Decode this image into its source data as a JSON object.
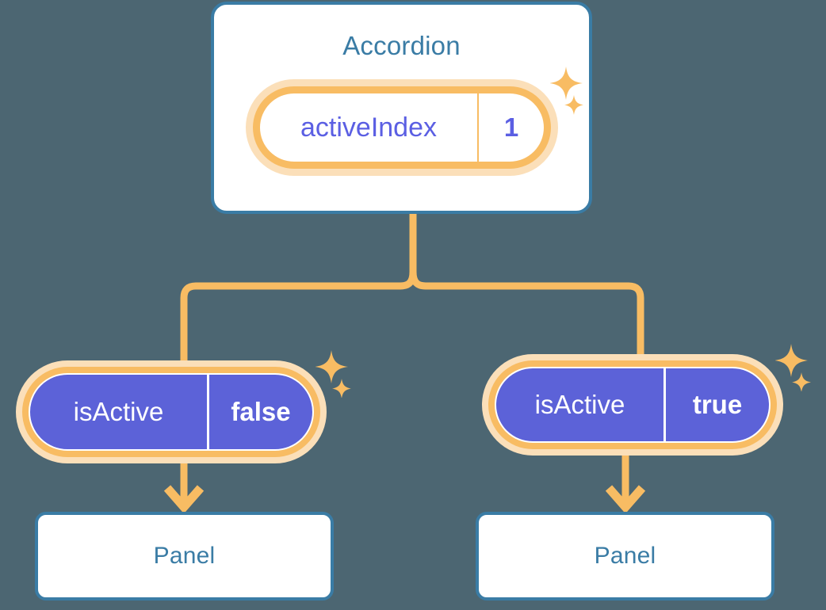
{
  "diagram": {
    "title_text": "Accordion",
    "accent_orange": "#f8bc63",
    "accent_orange_pale": "#fbdfb9",
    "accent_blue": "#3a7ca5",
    "accent_purple": "#5b5fe3",
    "pill_purple_fill": "#5c62d8",
    "background": "#4c6672"
  },
  "root": {
    "label": "Accordion",
    "state": {
      "key": "activeIndex",
      "value": "1"
    }
  },
  "children": [
    {
      "state": {
        "key": "isActive",
        "value": "false"
      },
      "panel_label": "Panel"
    },
    {
      "state": {
        "key": "isActive",
        "value": "true"
      },
      "panel_label": "Panel"
    }
  ],
  "icons": {
    "sparkle_large": "sparkle-icon",
    "sparkle_small": "sparkle-small-icon",
    "arrow": "arrow-down-icon"
  }
}
